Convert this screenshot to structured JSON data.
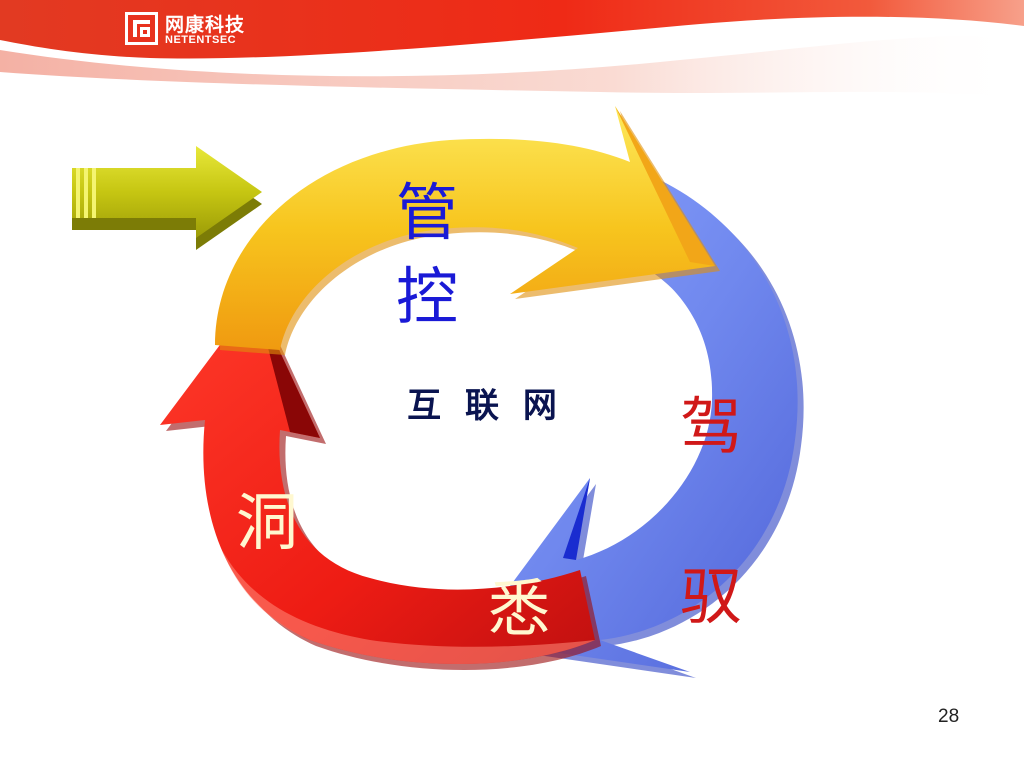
{
  "header": {
    "logo_cn": "网康科技",
    "logo_en": "NETENTSEC",
    "brand_color": "#e8321e"
  },
  "cycle": {
    "center_label": "互 联 网",
    "chars": {
      "guan": "管",
      "kong": "控",
      "jia": "驾",
      "yu": "驭",
      "xi": "悉",
      "dong": "洞"
    },
    "colors": {
      "yellow_arrow": "#f7c51e",
      "blue_arrow": "#7088ee",
      "red_arrow": "#ee1c14",
      "pointer_arrow": "#c6c612",
      "guan_kong_text": "#1a1ad6",
      "jia_yu_text": "#d01818",
      "dong_xi_text": "#fff8d0"
    }
  },
  "page_number": "28"
}
